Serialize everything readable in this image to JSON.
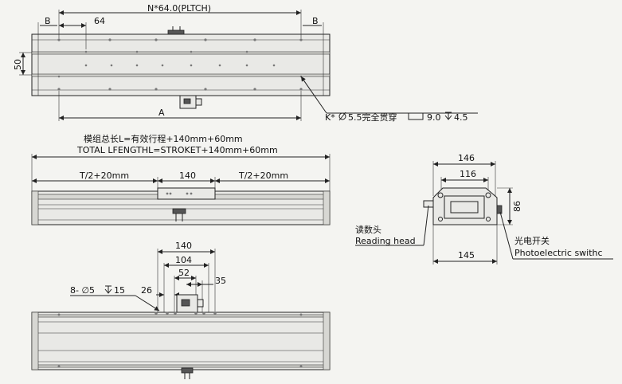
{
  "top_view": {
    "pitch_label": "N*64.0(PLTCH)",
    "b_left": "B",
    "b_right": "B",
    "pitch_64": "64",
    "height_50": "50",
    "length_a": "A",
    "hole_note_prefix": "K*",
    "hole_note_dia": "5.5完全贯穿",
    "hole_note_cb": "9.0",
    "hole_note_depth": "4.5"
  },
  "side_view": {
    "title_cn": "模组总长L=有效行程+140mm+60mm",
    "title_en": "TOTAL LFENGTHL=STROKET+140mm+60mm",
    "left_seg": "T/2+20mm",
    "mid_seg": "140",
    "right_seg": "T/2+20mm"
  },
  "end_view": {
    "w146": "146",
    "w116": "116",
    "h86": "86",
    "w145": "145",
    "reading_head_cn": "读数头",
    "reading_head_en": "Reading head",
    "photo_switch_cn": "光电开关",
    "photo_switch_en": "Photoelectric swithc"
  },
  "bottom_view": {
    "d140": "140",
    "d104": "104",
    "d52": "52",
    "d35": "35",
    "d26": "26",
    "holes_note": "8- ∅5",
    "holes_depth": "15"
  }
}
